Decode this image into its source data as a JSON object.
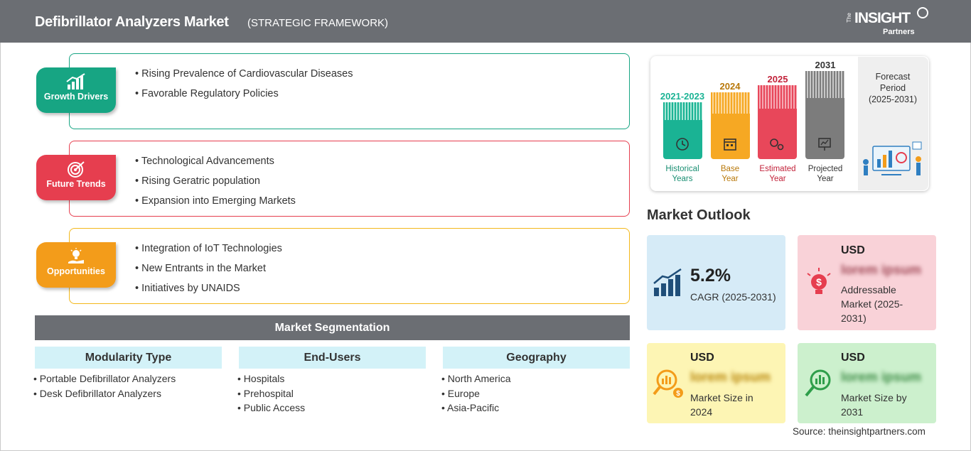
{
  "header": {
    "title": "Defibrillator Analyzers Market",
    "subtitle": "(STRATEGIC FRAMEWORK)",
    "logo": {
      "the": "The",
      "insight": "INSIGHT",
      "partners": "Partners"
    }
  },
  "framework": [
    {
      "badge": "Growth Drivers",
      "color": "#17a583",
      "icon": "growth-chart-icon",
      "items": [
        "Rising Prevalence of Cardiovascular Diseases",
        "Favorable Regulatory Policies"
      ]
    },
    {
      "badge": "Future Trends",
      "color": "#e63e4f",
      "icon": "target-icon",
      "items": [
        "Technological Advancements",
        "Rising Geratric population",
        "Expansion into Emerging Markets"
      ]
    },
    {
      "badge": "Opportunities",
      "color": "#f39c1a",
      "icon": "lightbulb-hand-icon",
      "items": [
        "Integration of IoT Technologies",
        "New Entrants in the Market",
        "Initiatives by UNAIDS"
      ]
    }
  ],
  "segmentation": {
    "title": "Market Segmentation",
    "columns": [
      {
        "heading": "Modularity Type",
        "items": [
          "Portable Defibrillator Analyzers",
          "Desk Defibrillator Analyzers"
        ]
      },
      {
        "heading": "End-Users",
        "items": [
          "Hospitals",
          "Prehospital",
          "Public Access"
        ]
      },
      {
        "heading": "Geography",
        "items": [
          "North America",
          "Europe",
          "Asia-Pacific"
        ]
      }
    ]
  },
  "timeline": {
    "bars": [
      {
        "year": "2021-2023",
        "label1": "Historical",
        "label2": "Years",
        "color": "#1ab394",
        "icon": "history-clock-icon"
      },
      {
        "year": "2024",
        "label1": "Base",
        "label2": "Year",
        "color": "#f6a823",
        "icon": "calendar-icon"
      },
      {
        "year": "2025",
        "label1": "Estimated",
        "label2": "Year",
        "color": "#e8475a",
        "icon": "gears-icon"
      },
      {
        "year": "2031",
        "label1": "Projected",
        "label2": "Year",
        "color": "#7c7c7c",
        "icon": "presentation-icon"
      }
    ],
    "forecast": {
      "line1": "Forecast",
      "line2": "Period",
      "line3": "(2025-2031)"
    }
  },
  "outlook": {
    "title": "Market Outlook",
    "cagr": {
      "value": "5.2%",
      "label": "CAGR (2025-2031)",
      "color": "#d6ebf7"
    },
    "addressable": {
      "currency": "USD",
      "value": "lorem ipsum",
      "label1": "Addressable",
      "label2": "Market (2025-",
      "label3": "2031)",
      "color": "#f9d2d8"
    },
    "size2024": {
      "currency": "USD",
      "value": "lorem ipsum",
      "label1": "Market Size in",
      "label2": "2024",
      "color": "#fdf5b4"
    },
    "size2031": {
      "currency": "USD",
      "value": "lorem ipsum",
      "label1": "Market Size by",
      "label2": "2031",
      "color": "#ccf0cd"
    }
  },
  "source": "Source: theinsightpartners.com"
}
